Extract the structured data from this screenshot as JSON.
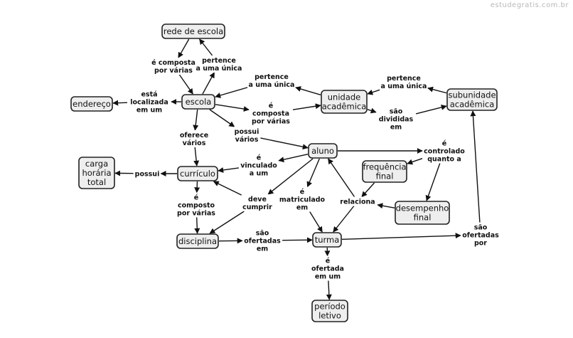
{
  "watermark": "estudegratis.com.br",
  "colors": {
    "concept_fill": "#eeeeee",
    "stroke": "#222222"
  },
  "concepts": [
    {
      "id": "rede",
      "lines": [
        "rede de escola"
      ]
    },
    {
      "id": "escola",
      "lines": [
        "escola"
      ]
    },
    {
      "id": "endereco",
      "lines": [
        "endereço"
      ]
    },
    {
      "id": "unidade",
      "lines": [
        "unidade",
        "acadêmica"
      ]
    },
    {
      "id": "subunidade",
      "lines": [
        "subunidade",
        "acadêmica"
      ]
    },
    {
      "id": "curriculo",
      "lines": [
        "currículo"
      ]
    },
    {
      "id": "carga",
      "lines": [
        "carga",
        "horária",
        "total"
      ]
    },
    {
      "id": "aluno",
      "lines": [
        "aluno"
      ]
    },
    {
      "id": "freq",
      "lines": [
        "frequência",
        "final"
      ]
    },
    {
      "id": "desempenho",
      "lines": [
        "desempenho",
        "final"
      ]
    },
    {
      "id": "disciplina",
      "lines": [
        "disciplina"
      ]
    },
    {
      "id": "turma",
      "lines": [
        "turma"
      ]
    },
    {
      "id": "periodo",
      "lines": [
        "período",
        "letivo"
      ]
    }
  ],
  "phrases": [
    {
      "id": "p1",
      "lines": [
        "é composta",
        "por várias"
      ]
    },
    {
      "id": "p2",
      "lines": [
        "pertence",
        "a uma única"
      ]
    },
    {
      "id": "p3",
      "lines": [
        "está",
        "localizada",
        "em um"
      ]
    },
    {
      "id": "p4",
      "lines": [
        "pertence",
        "a uma única"
      ]
    },
    {
      "id": "p5",
      "lines": [
        "é",
        "composta",
        "por várias"
      ]
    },
    {
      "id": "p6",
      "lines": [
        "oferece",
        "vários"
      ]
    },
    {
      "id": "p7",
      "lines": [
        "possui",
        "vários"
      ]
    },
    {
      "id": "p8",
      "lines": [
        "pertence",
        "a uma única"
      ]
    },
    {
      "id": "p9",
      "lines": [
        "são",
        "divididas",
        "em"
      ]
    },
    {
      "id": "p10",
      "lines": [
        "é",
        "vinculado",
        "a um"
      ]
    },
    {
      "id": "p11",
      "lines": [
        "possui"
      ]
    },
    {
      "id": "p12",
      "lines": [
        "é",
        "controlado",
        "quanto a"
      ]
    },
    {
      "id": "p13",
      "lines": [
        "é",
        "composto",
        "por várias"
      ]
    },
    {
      "id": "p14",
      "lines": [
        "deve",
        "cumprir"
      ]
    },
    {
      "id": "p15",
      "lines": [
        "é",
        "matriculado",
        "em"
      ]
    },
    {
      "id": "p16",
      "lines": [
        "relaciona"
      ]
    },
    {
      "id": "p17",
      "lines": [
        "são",
        "ofertadas",
        "em"
      ]
    },
    {
      "id": "p18",
      "lines": [
        "é",
        "ofertada",
        "em um"
      ]
    },
    {
      "id": "p19",
      "lines": [
        "são",
        "ofertadas",
        "por"
      ]
    }
  ],
  "links": [
    [
      "rede",
      "p1"
    ],
    [
      "p1",
      "escola"
    ],
    [
      "escola",
      "p2"
    ],
    [
      "p2",
      "rede"
    ],
    [
      "escola",
      "p3"
    ],
    [
      "p3",
      "endereco"
    ],
    [
      "unidade",
      "p4"
    ],
    [
      "p4",
      "escola"
    ],
    [
      "escola",
      "p5"
    ],
    [
      "p5",
      "unidade"
    ],
    [
      "escola",
      "p6"
    ],
    [
      "p6",
      "curriculo"
    ],
    [
      "escola",
      "p7"
    ],
    [
      "p7",
      "aluno"
    ],
    [
      "subunidade",
      "p8"
    ],
    [
      "p8",
      "unidade"
    ],
    [
      "unidade",
      "p9"
    ],
    [
      "p9",
      "subunidade"
    ],
    [
      "aluno",
      "p10"
    ],
    [
      "p10",
      "curriculo"
    ],
    [
      "curriculo",
      "p11"
    ],
    [
      "p11",
      "carga"
    ],
    [
      "aluno",
      "p12"
    ],
    [
      "p12",
      "freq"
    ],
    [
      "p12",
      "desempenho"
    ],
    [
      "curriculo",
      "p13"
    ],
    [
      "p13",
      "disciplina"
    ],
    [
      "aluno",
      "p14"
    ],
    [
      "p14",
      "curriculo"
    ],
    [
      "p14",
      "disciplina"
    ],
    [
      "aluno",
      "p15"
    ],
    [
      "p15",
      "turma"
    ],
    [
      "freq",
      "p16"
    ],
    [
      "desempenho",
      "p16"
    ],
    [
      "p16",
      "aluno"
    ],
    [
      "p16",
      "turma"
    ],
    [
      "disciplina",
      "p17"
    ],
    [
      "p17",
      "turma"
    ],
    [
      "turma",
      "p18"
    ],
    [
      "p18",
      "periodo"
    ],
    [
      "turma",
      "p19"
    ],
    [
      "p19",
      "subunidade"
    ]
  ]
}
